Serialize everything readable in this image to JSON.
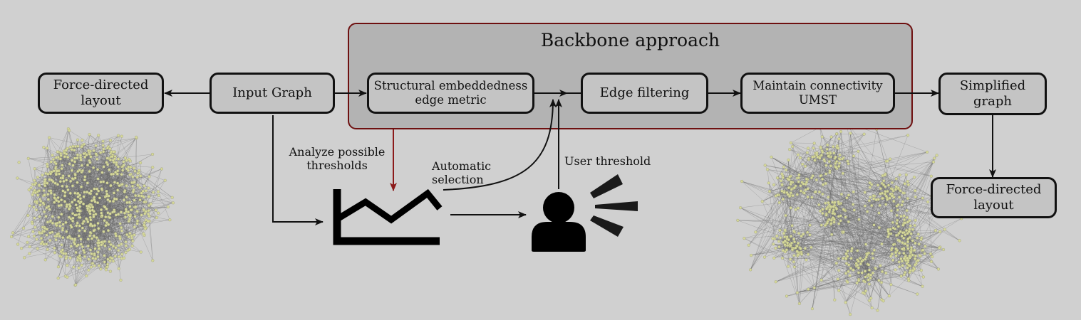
{
  "backbone": {
    "title": "Backbone approach"
  },
  "nodes": {
    "force_layout_left": "Force-directed\nlayout",
    "input_graph": "Input Graph",
    "edge_metric": "Structural embeddedness\nedge metric",
    "edge_filtering": "Edge filtering",
    "maintain_connectivity": "Maintain connectivity\nUMST",
    "simplified_graph": "Simplified\ngraph",
    "force_layout_right": "Force-directed\nlayout"
  },
  "labels": {
    "analyze_thresholds": "Analyze possible\nthresholds",
    "automatic_selection": "Automatic\nselection",
    "user_threshold": "User threshold"
  },
  "icons": [
    "line-chart-icon",
    "user-icon",
    "speech-rays-icon",
    "hairball-network-graph",
    "clustered-network-graph"
  ],
  "colors": {
    "background": "#d0d0d0",
    "box_fill": "#c4c4c4",
    "backbone_border": "#6e1010",
    "red_arrow": "#8b1a1a",
    "node_dot": "#d6d99a"
  }
}
